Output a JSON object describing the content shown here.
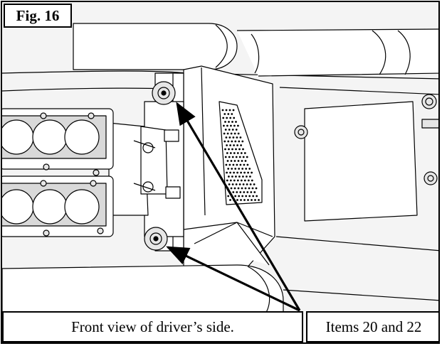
{
  "figure": {
    "label": "Fig. 16",
    "caption": "Front view of driver’s side.",
    "callout": "Items 20 and 22"
  },
  "colors": {
    "line": "#000000",
    "panel": "#ffffff",
    "shade": "#f4f4f4",
    "steel": "#d9d9d9"
  }
}
